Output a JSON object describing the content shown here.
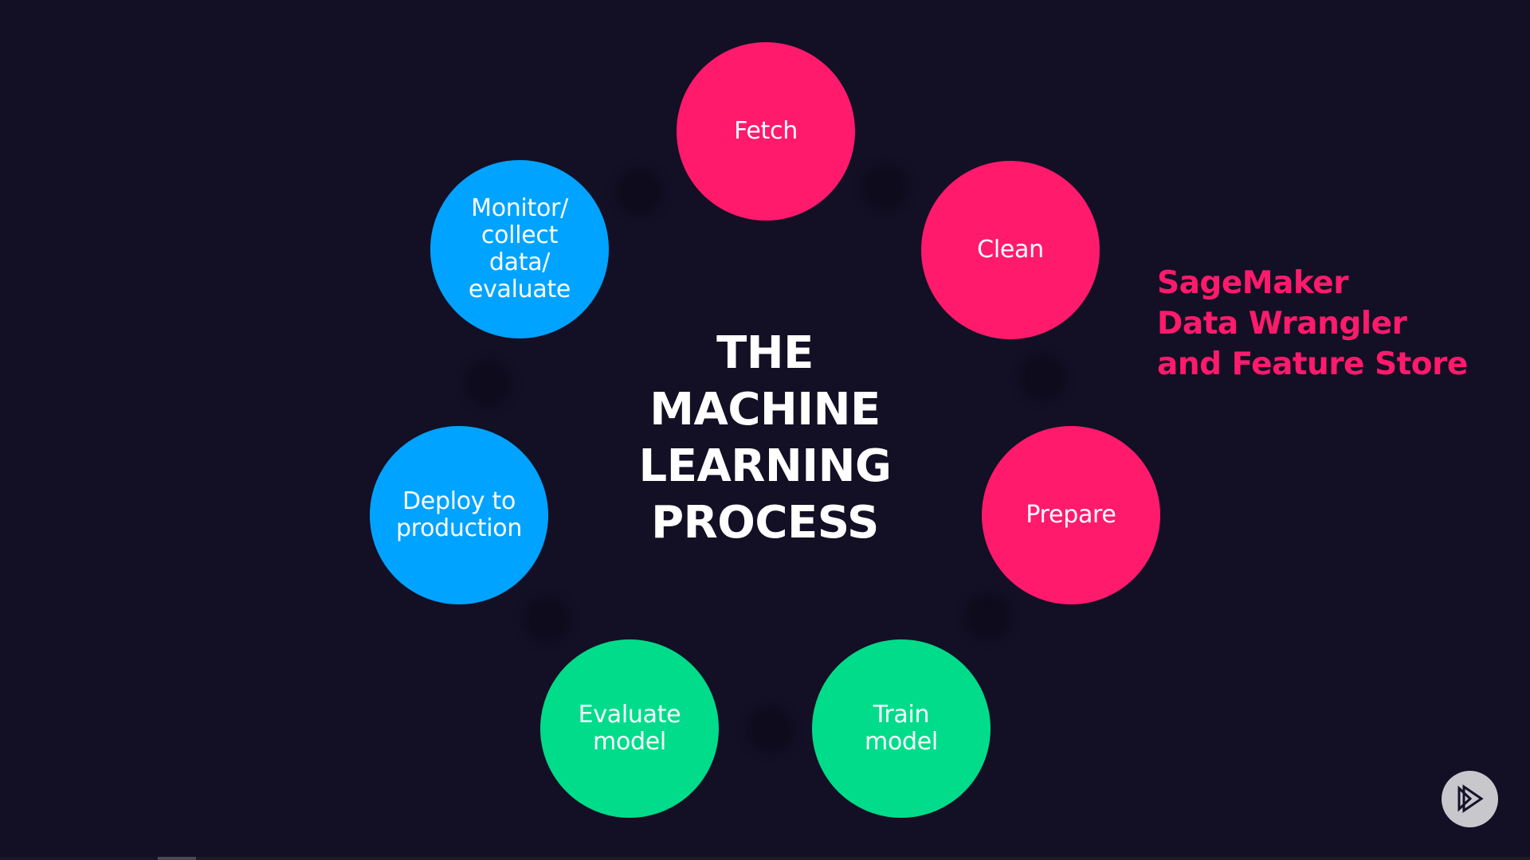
{
  "slide": {
    "title_lines": [
      "THE",
      "MACHINE",
      "LEARNING",
      "PROCESS"
    ],
    "side_note_lines": [
      "SageMaker",
      "Data Wrangler",
      "and Feature Store"
    ],
    "colors": {
      "background": "#130f24",
      "pink": "#ff1a6c",
      "blue": "#00a3ff",
      "green": "#00dc8a",
      "text": "#ffffff"
    },
    "steps": [
      {
        "label": "Fetch",
        "color": "pink"
      },
      {
        "label": "Clean",
        "color": "pink"
      },
      {
        "label": "Prepare",
        "color": "pink"
      },
      {
        "label": "Train\nmodel",
        "color": "green"
      },
      {
        "label": "Evaluate\nmodel",
        "color": "green"
      },
      {
        "label": "Deploy to\nproduction",
        "color": "blue"
      },
      {
        "label": "Monitor/\ncollect\ndata/\nevaluate",
        "color": "blue"
      }
    ]
  },
  "player": {
    "logo_icon": "play-logo-icon",
    "progress": 0.128
  }
}
